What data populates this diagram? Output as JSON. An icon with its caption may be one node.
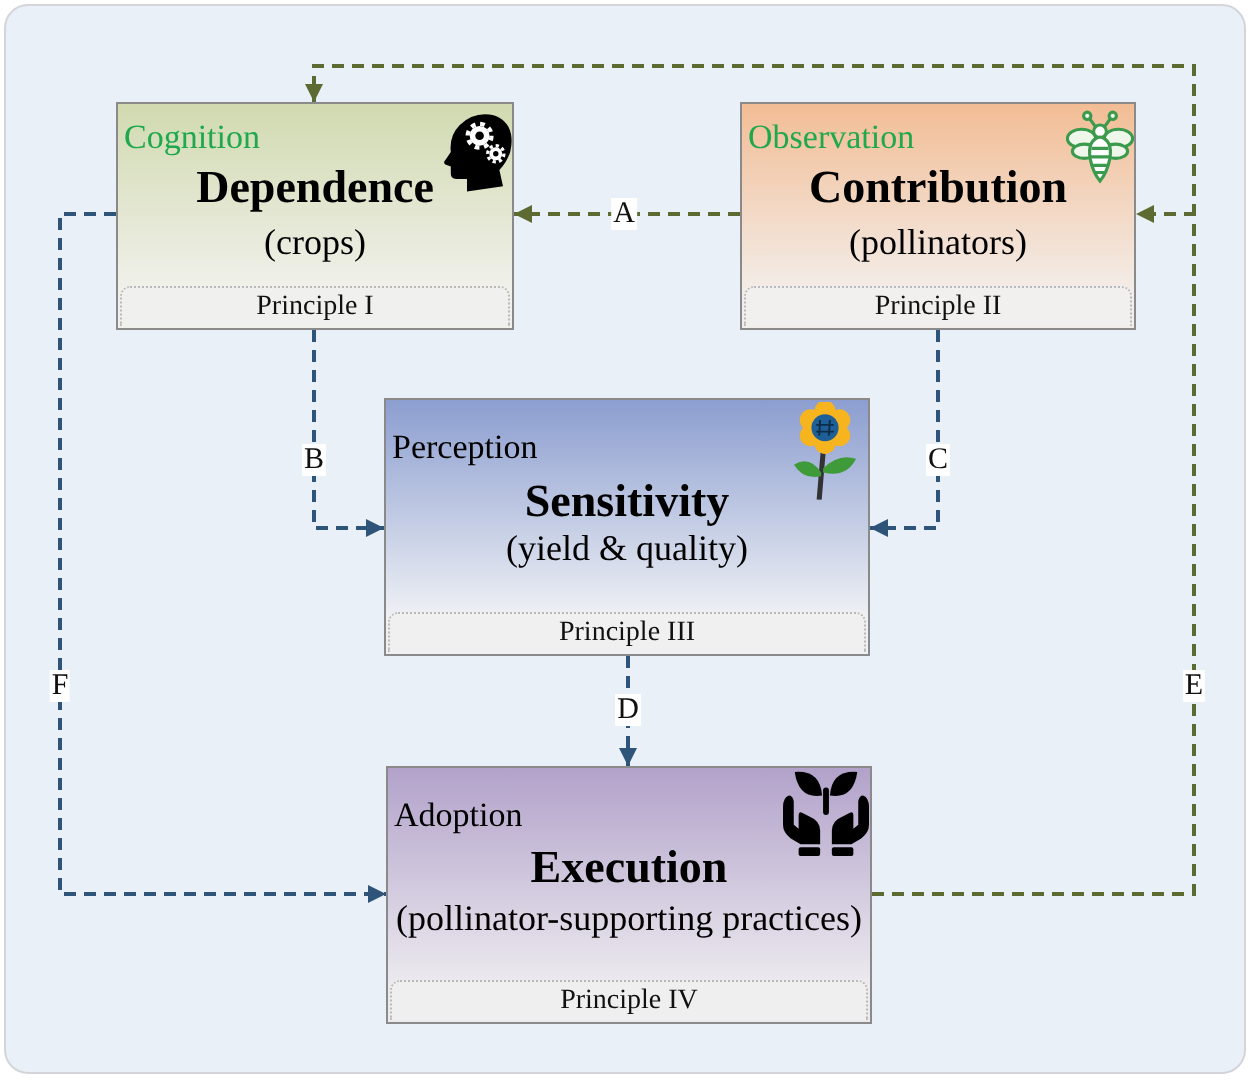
{
  "diagram": {
    "nodes": [
      {
        "text": [
          "Cognition",
          "Dependence",
          "(crops)"
        ]
      },
      {
        "text": [
          "Principle I"
        ],
        "in": 0
      },
      {
        "text": [
          "Observation",
          "Contribution",
          "(pollinators)"
        ]
      },
      {
        "text": [
          "Principle II"
        ],
        "in": 2
      },
      {
        "text": [
          "Perception",
          "Sensitivity",
          "(yield & quality)"
        ]
      },
      {
        "text": [
          "Principle III"
        ],
        "in": 4
      },
      {
        "text": [
          "Adoption",
          "Execution",
          "(pollinator-supporting practices)"
        ]
      },
      {
        "text": [
          "Principle IV"
        ],
        "in": 6
      }
    ],
    "edges": [
      {
        "from": 2,
        "to": 0,
        "arrow": "to",
        "label": "A",
        "style": "dashed",
        "color": "#5d6b33"
      },
      {
        "from": 0,
        "to": 4,
        "arrow": "to",
        "label": "B",
        "style": "dashed"
      },
      {
        "from": 2,
        "to": 4,
        "arrow": "to",
        "label": "C",
        "style": "dashed"
      },
      {
        "from": 4,
        "to": 6,
        "arrow": "to",
        "label": "D",
        "style": "dashed"
      },
      {
        "from": 6,
        "to": 0,
        "arrow": "to",
        "label": "E",
        "style": "dashed",
        "color": "#5d6b33"
      },
      {
        "from": 6,
        "to": 2,
        "arrow": "to",
        "style": "dashed",
        "color": "#5d6b33"
      },
      {
        "from": 0,
        "to": 6,
        "arrow": "to",
        "label": "F",
        "style": "dashed"
      }
    ]
  }
}
